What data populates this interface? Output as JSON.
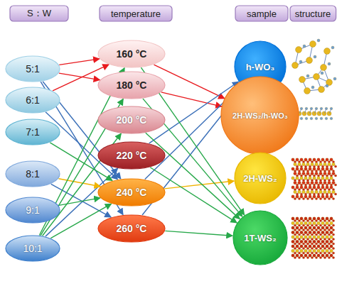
{
  "diagram": {
    "nodes": [
      {
        "text": [
          "S：W"
        ]
      },
      {
        "text": [
          "temperature"
        ]
      },
      {
        "text": [
          "sample"
        ]
      },
      {
        "text": [
          "structure"
        ]
      },
      {
        "text": [
          "5:1"
        ]
      },
      {
        "text": [
          "6:1"
        ]
      },
      {
        "text": [
          "7:1"
        ]
      },
      {
        "text": [
          "8:1"
        ]
      },
      {
        "text": [
          "9:1"
        ]
      },
      {
        "text": [
          "10:1"
        ]
      },
      {
        "text": [
          "160 °C"
        ]
      },
      {
        "text": [
          "180 °C"
        ]
      },
      {
        "text": [
          "200 °C"
        ]
      },
      {
        "text": [
          "220 °C"
        ]
      },
      {
        "text": [
          "240 °C"
        ]
      },
      {
        "text": [
          "260 °C"
        ]
      },
      {
        "text": [
          "h-WO₃"
        ]
      },
      {
        "text": [
          "2H-WS₂/h-WO₃"
        ]
      },
      {
        "text": [
          "2H-WS₂"
        ]
      },
      {
        "text": [
          "1T-WS₂"
        ]
      }
    ],
    "edges": [
      {
        "from": 4,
        "to": 11,
        "arrow": "to"
      },
      {
        "from": 5,
        "to": 10,
        "arrow": "to"
      },
      {
        "from": 4,
        "to": 10,
        "arrow": "to"
      },
      {
        "from": 10,
        "to": 17,
        "arrow": "to"
      },
      {
        "from": 11,
        "to": 17,
        "arrow": "to"
      },
      {
        "from": 4,
        "to": 14,
        "arrow": "to"
      },
      {
        "from": 4,
        "to": 15,
        "arrow": "to"
      },
      {
        "from": 5,
        "to": 14,
        "arrow": "to"
      },
      {
        "from": 7,
        "to": 15,
        "arrow": "to"
      },
      {
        "from": 9,
        "to": 13,
        "arrow": "to"
      },
      {
        "from": 14,
        "to": 16,
        "arrow": "to"
      },
      {
        "from": 15,
        "to": 16,
        "arrow": "to"
      },
      {
        "from": 13,
        "to": 16,
        "arrow": "to"
      },
      {
        "from": 7,
        "to": 14,
        "arrow": "to"
      },
      {
        "from": 14,
        "to": 18,
        "arrow": "to"
      },
      {
        "from": 9,
        "to": 10,
        "arrow": "to"
      },
      {
        "from": 9,
        "to": 11,
        "arrow": "to"
      },
      {
        "from": 9,
        "to": 12,
        "arrow": "to"
      },
      {
        "from": 9,
        "to": 14,
        "arrow": "to"
      },
      {
        "from": 6,
        "to": 14,
        "arrow": "to"
      },
      {
        "from": 8,
        "to": 14,
        "arrow": "to"
      },
      {
        "from": 10,
        "to": 19,
        "arrow": "to"
      },
      {
        "from": 11,
        "to": 19,
        "arrow": "to"
      },
      {
        "from": 12,
        "to": 19,
        "arrow": "to"
      },
      {
        "from": 13,
        "to": 19,
        "arrow": "to"
      },
      {
        "from": 15,
        "to": 19,
        "arrow": "to"
      }
    ]
  }
}
